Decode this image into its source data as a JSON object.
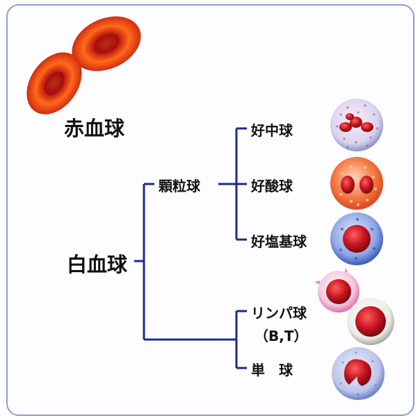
{
  "diagram": {
    "red_cell": "赤血球",
    "white_cell": "白血球",
    "granulocyte": "顆粒球",
    "neutrophil": "好中球",
    "eosinophil": "好酸球",
    "basophil": "好塩基球",
    "lymphocyte": "リンパ球",
    "lymphocyte_types": "（B,T）",
    "monocyte": "単　球"
  },
  "colors": {
    "line": "#1c2a8c",
    "frame": "#8a9ecf",
    "rbc": "#d81c10",
    "nucleus": "#b0101a"
  }
}
